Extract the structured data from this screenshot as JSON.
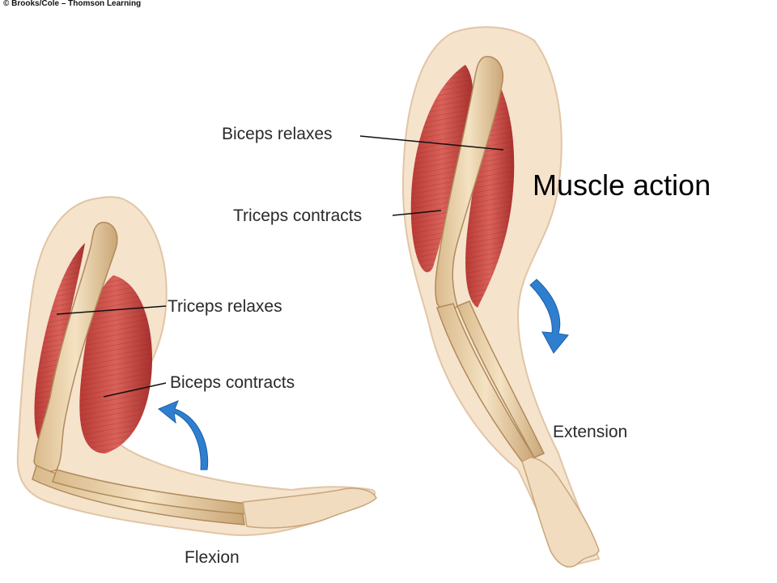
{
  "copyright": "© Brooks/Cole – Thomson Learning",
  "heading": "Muscle action",
  "labels": {
    "biceps_relaxes": "Biceps relaxes",
    "triceps_contracts": "Triceps contracts",
    "triceps_relaxes": "Triceps relaxes",
    "biceps_contracts": "Biceps contracts"
  },
  "captions": {
    "extension": "Extension",
    "flexion": "Flexion"
  },
  "colors": {
    "skin": "#f5e3cc",
    "bone": "#ecd3a8",
    "muscle": "#c9453f",
    "arrow": "#2f7fd0"
  },
  "icons": {
    "extension_arrow": "curved-arrow-down-icon",
    "flexion_arrow": "curved-arrow-up-icon"
  }
}
